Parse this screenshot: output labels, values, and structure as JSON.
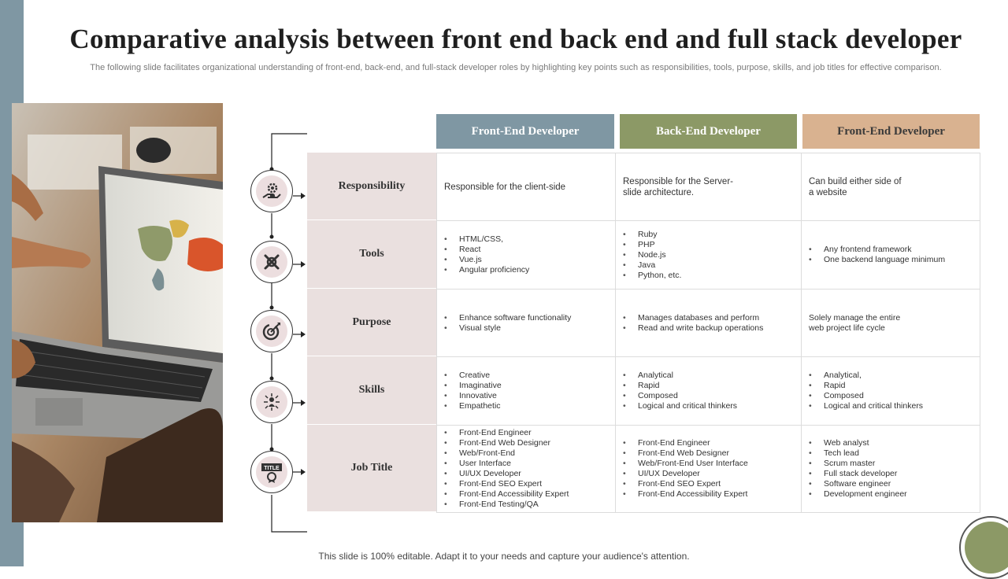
{
  "slide": {
    "title": "Comparative analysis between front end back end and full stack developer",
    "subtitle": "The following slide facilitates organizational understanding of front-end, back-end, and full-stack developer roles by highlighting key points such as responsibilities, tools, purpose, skills, and job titles for effective comparison.",
    "footer": "This slide is 100% editable. Adapt it to your needs and capture your audience's attention."
  },
  "columns": [
    "Front-End  Developer",
    "Back-End Developer",
    "Front-End  Developer"
  ],
  "colors": {
    "accent_blue": "#7f97a3",
    "accent_green": "#8c9966",
    "accent_tan": "#d9b290",
    "label_bg": "#eae0df"
  },
  "rows": [
    {
      "label": "Responsibility",
      "icon": "hand-gear-icon",
      "c1": "Responsible for the client-side",
      "c2": "Responsible for the Server-\nslide architecture.",
      "c3": "Can build either side of\na website"
    },
    {
      "label": "Tools",
      "icon": "tools-icon",
      "c1": [
        "HTML/CSS,",
        "React",
        "Vue.js",
        "Angular proficiency"
      ],
      "c2": [
        "Ruby",
        "PHP",
        "Node.js",
        "Java",
        "Python, etc."
      ],
      "c3": [
        "Any frontend framework",
        "One backend language minimum"
      ]
    },
    {
      "label": "Purpose",
      "icon": "target-icon",
      "c1": [
        "Enhance software functionality",
        "Visual style"
      ],
      "c2": [
        "Manages databases and perform",
        "Read and write backup operations"
      ],
      "c3": "Solely manage the entire\nweb project life cycle"
    },
    {
      "label": "Skills",
      "icon": "person-network-icon",
      "c1": [
        "Creative",
        "Imaginative",
        "Innovative",
        "Empathetic"
      ],
      "c2": [
        "Analytical",
        "Rapid",
        "Composed",
        " Logical and critical thinkers"
      ],
      "c3": [
        "Analytical,",
        "Rapid",
        "Composed",
        "Logical and critical thinkers"
      ]
    },
    {
      "label": "Job Title",
      "icon": "title-badge-icon",
      "icon_text": "TITLE",
      "c1": [
        "Front-End Engineer",
        "Front-End Web Designer",
        "Web/Front-End",
        "User Interface",
        "UI/UX Developer",
        "Front-End SEO Expert",
        "Front-End Accessibility Expert",
        "Front-End Testing/QA"
      ],
      "c2": [
        "Front-End Engineer",
        "Front-End Web Designer",
        "Web/Front-End User Interface",
        "UI/UX Developer",
        "Front-End SEO Expert",
        "Front-End Accessibility Expert"
      ],
      "c3": [
        "Web analyst",
        "Tech lead",
        "Scrum master",
        "Full stack developer",
        "Software engineer",
        "Development engineer"
      ]
    }
  ]
}
